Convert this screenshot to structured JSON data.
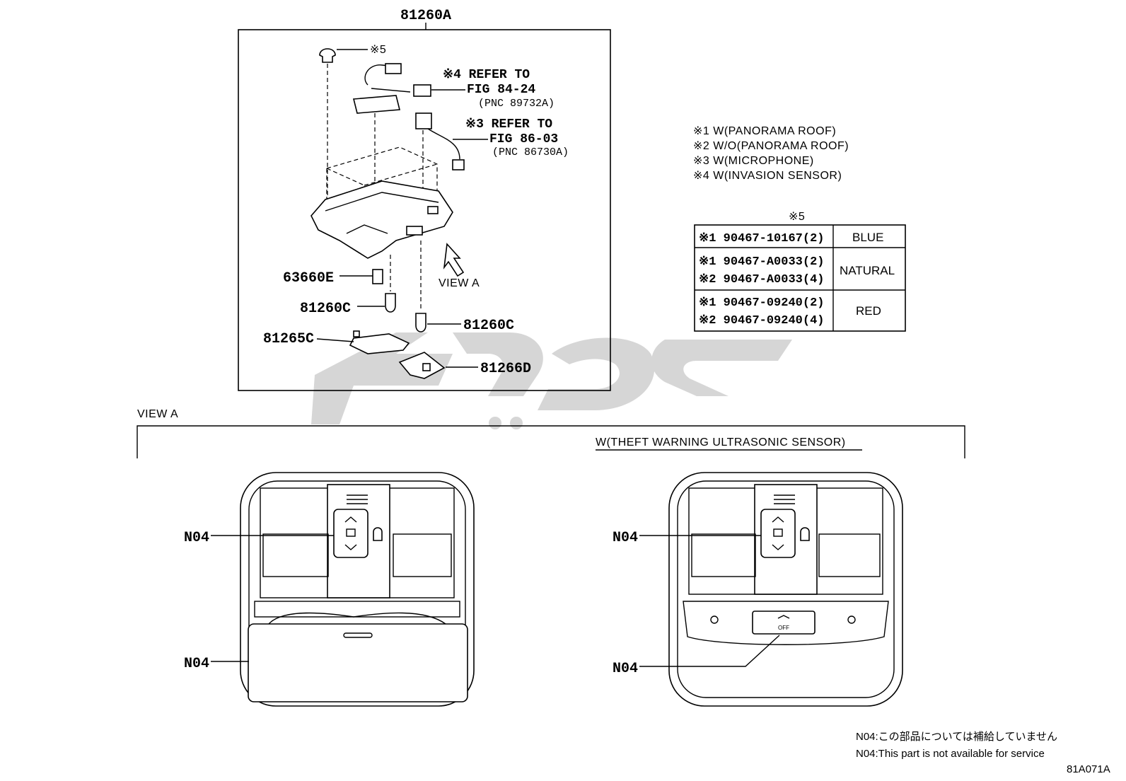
{
  "diagram_id": "81A071A",
  "main_part": "81260A",
  "callouts": {
    "clip_note": "※5",
    "ref4_line1": "※4 REFER TO",
    "ref4_line2": "FIG 84-24",
    "ref4_line3": "(PNC 89732A)",
    "ref3_line1": "※3 REFER TO",
    "ref3_line2": "FIG 86-03",
    "ref3_line3": "(PNC 86730A)",
    "view_a_arrow": "VIEW A",
    "p63660E": "63660E",
    "p81260C_left": "81260C",
    "p81260C_right": "81260C",
    "p81265C": "81265C",
    "p81266D": "81266D"
  },
  "legend": [
    "※1 W(PANORAMA ROOF)",
    "※2 W/O(PANORAMA ROOF)",
    "※3 W(MICROPHONE)",
    "※4 W(INVASION SENSOR)"
  ],
  "clip_table": {
    "title": "※5",
    "groups": [
      {
        "rows": [
          "※1 90467-10167(2)"
        ],
        "color": "BLUE"
      },
      {
        "rows": [
          "※1 90467-A0033(2)",
          "※2 90467-A0033(4)"
        ],
        "color": "NATURAL"
      },
      {
        "rows": [
          "※1 90467-09240(2)",
          "※2 90467-09240(4)"
        ],
        "color": "RED"
      }
    ]
  },
  "view_a": {
    "label": "VIEW A",
    "variant_right": "W(THEFT WARNING ULTRASONIC SENSOR)",
    "left_top_label": "N04",
    "left_bottom_label": "N04",
    "right_top_label": "N04",
    "right_bottom_label": "N04",
    "off_switch_text": "OFF"
  },
  "footnotes": {
    "jp": "N04:この部品については補給していません",
    "en": "N04:This part is not available for service"
  }
}
